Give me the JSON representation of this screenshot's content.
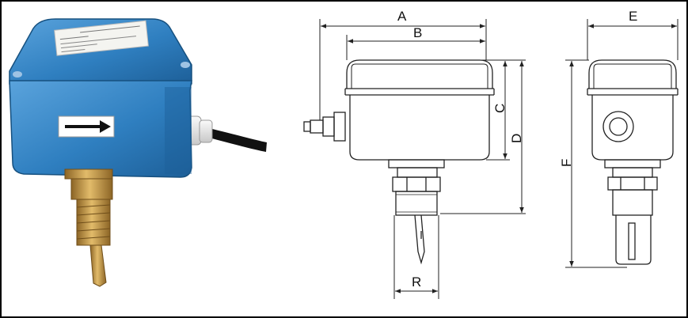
{
  "dimension_labels": {
    "a": "A",
    "b": "B",
    "c": "C",
    "d": "D",
    "e": "E",
    "f": "F",
    "r": "R"
  },
  "colors": {
    "housing": "#2f7fc0",
    "housing_shadow": "#1d5f98",
    "brass": "#c99a45",
    "brass_dark": "#8c6526",
    "gland": "#e8e8e8",
    "cable": "#111111",
    "line": "#222222"
  },
  "icons": {
    "flow_direction": "arrow-right-icon"
  }
}
